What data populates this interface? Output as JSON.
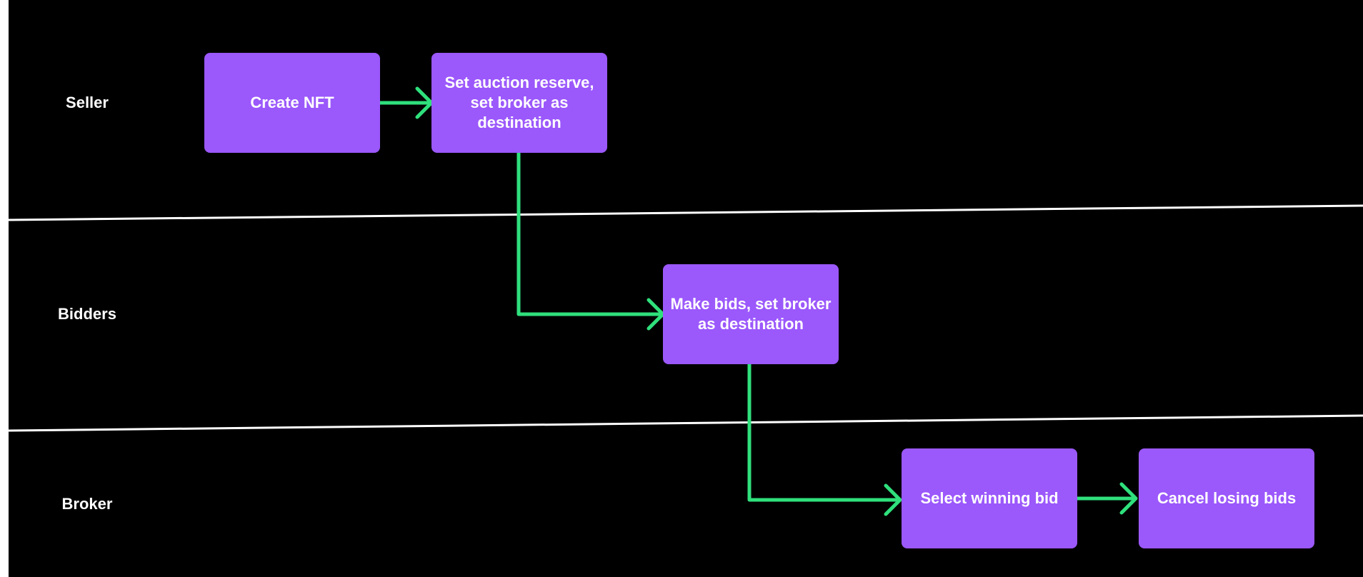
{
  "lanes": {
    "seller": "Seller",
    "bidders": "Bidders",
    "broker": "Broker"
  },
  "nodes": {
    "create_nft": "Create NFT",
    "set_auction_reserve": "Set auction reserve, set broker as destination",
    "make_bids": "Make bids, set broker as destination",
    "select_winning_bid": "Select winning bid",
    "cancel_losing_bids": "Cancel losing bids"
  },
  "colors": {
    "background": "#000000",
    "node_fill": "#9b58fb",
    "node_text": "#ffffff",
    "connector": "#2fe07c",
    "lane_divider": "#ffffff",
    "lane_label": "#ffffff"
  }
}
